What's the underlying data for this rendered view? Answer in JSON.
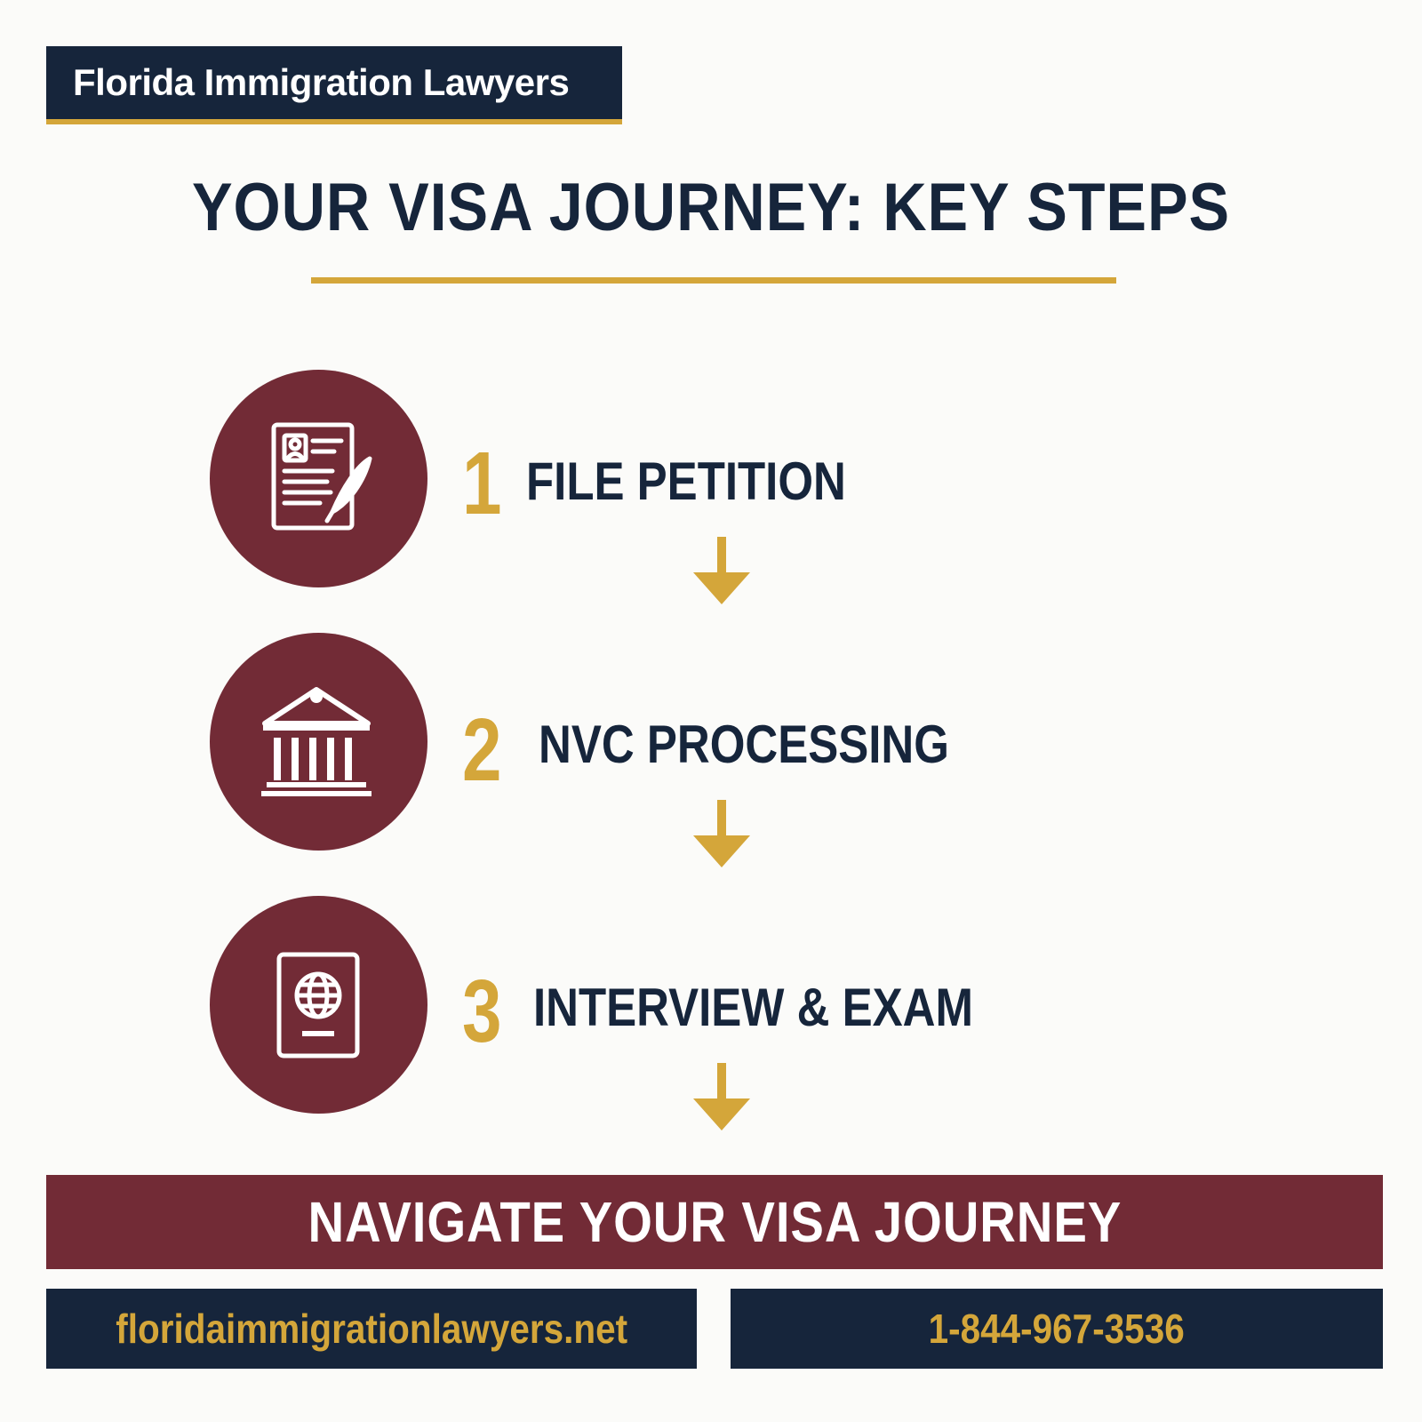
{
  "header": {
    "brand": "Florida Immigration Lawyers"
  },
  "title": "YOUR VISA JOURNEY: KEY STEPS",
  "steps": [
    {
      "number": "1",
      "label": "FILE PETITION",
      "icon": "petition-document-quill-icon"
    },
    {
      "number": "2",
      "label": "NVC PROCESSING",
      "icon": "government-building-icon"
    },
    {
      "number": "3",
      "label": "INTERVIEW & EXAM",
      "icon": "passport-icon"
    }
  ],
  "cta": "NAVIGATE YOUR VISA JOURNEY",
  "footer": {
    "website": "floridaimmigrationlawyers.net",
    "phone": "1-844-967-3536"
  },
  "colors": {
    "navy": "#16253b",
    "gold": "#d4a63a",
    "maroon": "#722b36",
    "background": "#fbfbf9"
  }
}
